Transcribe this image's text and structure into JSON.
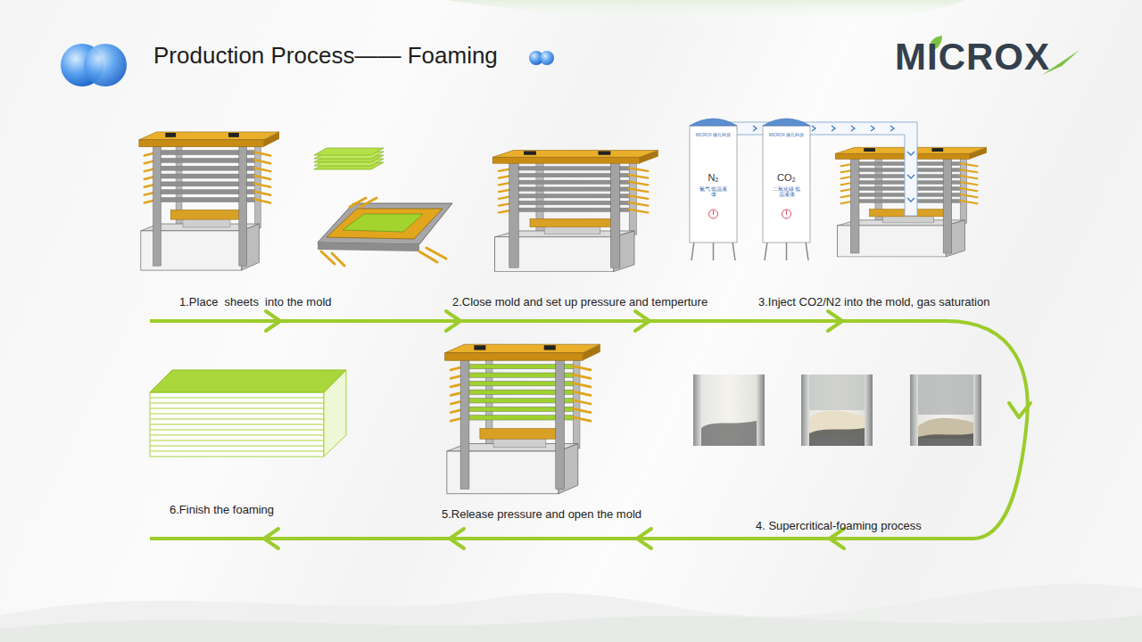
{
  "diagram": {
    "title": "Production Process—— Foaming",
    "nodes": [
      {
        "text": [
          "MICROX 微孔科技",
          "N₂",
          "氮气 低温液体"
        ]
      },
      {
        "text": [
          "MICROX 微孔科技",
          "CO₂",
          "二氧化碳 低温液体"
        ]
      }
    ],
    "labels": [
      "MICROX",
      "1.Place  sheets  into the mold",
      "2.Close mold and set up pressure and temperture",
      "3.Inject CO2/N2 into the mold, gas saturation",
      "4. Supercritical-foaming process",
      "5.Release pressure and open the mold",
      "6.Finish the foaming"
    ]
  }
}
